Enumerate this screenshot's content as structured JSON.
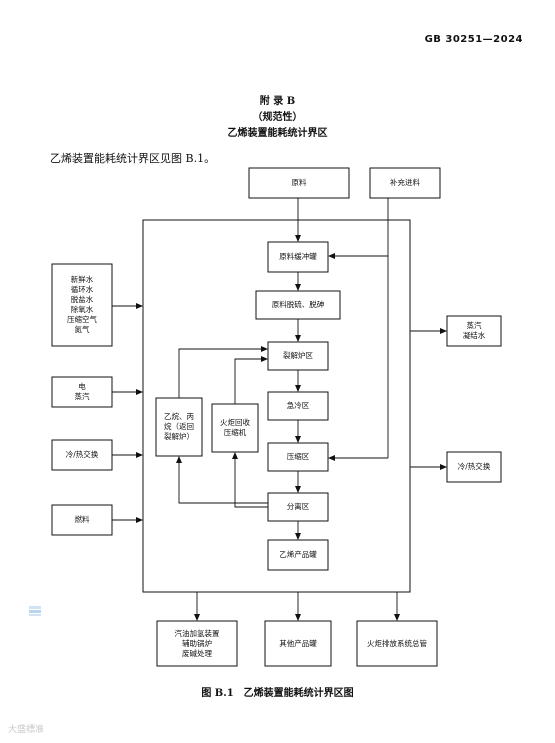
{
  "header": {
    "standard_code": "GB 30251—2024"
  },
  "appendix": {
    "title": "附 录 B",
    "normative": "（规范性）",
    "heading": "乙烯装置能耗统计界区"
  },
  "intro": "乙烯装置能耗统计界区见图 B.1。",
  "boxes": {
    "raw_material": "原料",
    "supplement_feed": "补充进料",
    "raw_buffer_tank": "原料缓冲罐",
    "desulfurization": "原料脱硫、脱砷",
    "cracking_furnace": "裂解炉区",
    "quench": "急冷区",
    "compression": "压缩区",
    "separation": "分离区",
    "ethylene_tank": "乙烯产品罐",
    "ethane_propane_return": "乙烷、丙\n烷（返回\n裂解炉）",
    "flare_gas_compressor": "火炬回收\n压缩机",
    "utilities_water_air": "新鲜水\n循环水\n脱盐水\n除氧水\n压缩空气\n氮气",
    "electricity_steam": "电\n蒸汽",
    "cold_heat_exchange_in": "冷/热交换",
    "fuel": "燃料",
    "steam_condensate": "蒸汽\n凝结水",
    "cold_heat_exchange_out": "冷/热交换",
    "gasoline_hydro": "汽油加氢装置\n辅助锅炉\n废碱处理",
    "other_product_tank": "其他产品罐",
    "flare_header": "火炬排放系统总管"
  },
  "caption": "图 B.1　乙烯装置能耗统计界区图",
  "watermark": "大盛標准"
}
